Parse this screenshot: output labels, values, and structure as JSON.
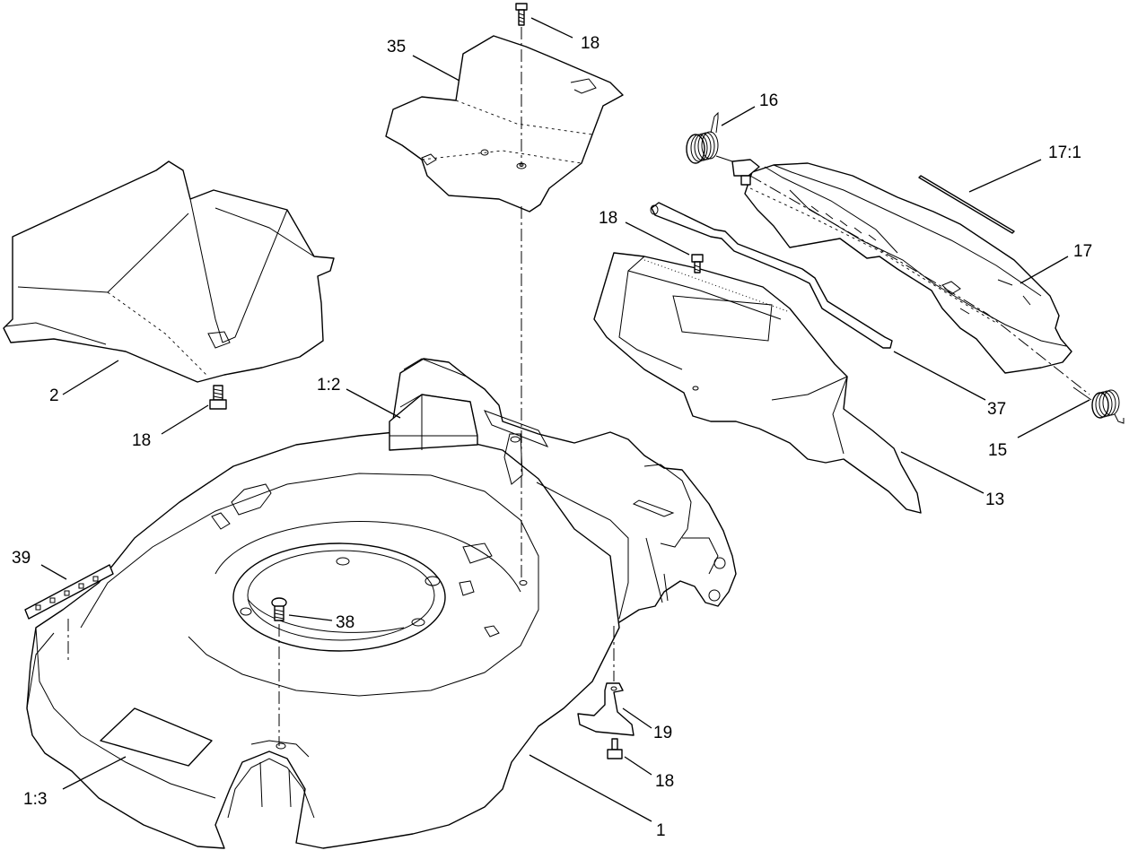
{
  "callouts": {
    "c1": "1",
    "c1_2": "1:2",
    "c1_3": "1:3",
    "c2": "2",
    "c13": "13",
    "c15": "15",
    "c16": "16",
    "c17": "17",
    "c17_1": "17:1",
    "c18_top": "18",
    "c18_left": "18",
    "c18_mid": "18",
    "c18_bottom": "18",
    "c19": "19",
    "c35": "35",
    "c37": "37",
    "c38": "38",
    "c39": "39"
  }
}
